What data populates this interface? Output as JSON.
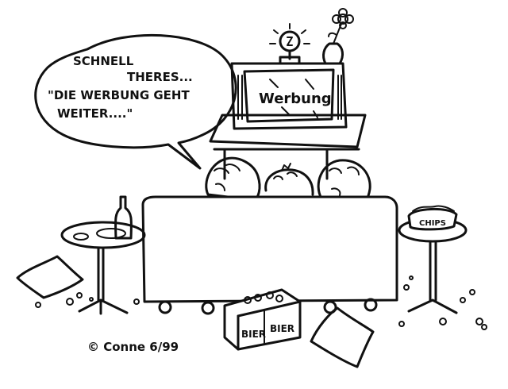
{
  "speech": {
    "line1": "SCHNELL",
    "line2": "THERES...",
    "line3": "\"DIE WERBUNG GEHT",
    "line4": "WEITER....\""
  },
  "tv": {
    "screen_text": "Werbung"
  },
  "chips_bowl": {
    "label": "CHIPS"
  },
  "beer_crate": {
    "label_left": "BIER",
    "label_right": "BIER"
  },
  "signature": {
    "text": "© Conne 6/99"
  },
  "colors": {
    "ink": "#111111",
    "paper": "#ffffff"
  }
}
